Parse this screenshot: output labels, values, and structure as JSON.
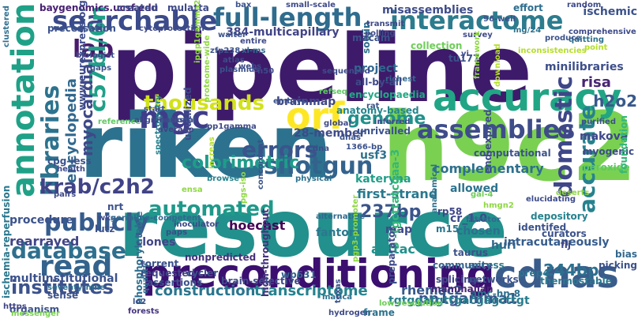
{
  "cloud": {
    "background": "#ffffff",
    "palette": [
      "#440154",
      "#482878",
      "#3e4a89",
      "#31688e",
      "#26828e",
      "#1f9e89",
      "#35b779",
      "#6ece58",
      "#b5de2b",
      "#fde725"
    ],
    "words": [
      {
        "text": "pipeline",
        "color": "#3e1a6b"
      },
      {
        "text": "resource",
        "color": "#22908c"
      },
      {
        "text": "h9c2",
        "color": "#7ad151"
      },
      {
        "text": "riken",
        "color": "#2c728e"
      },
      {
        "text": "preconditioning",
        "color": "#3b0f70"
      },
      {
        "text": "accuracy",
        "color": "#21a585"
      },
      {
        "text": "cdnas",
        "color": "#3a5c8b"
      },
      {
        "text": "orf",
        "color": "#fde725"
      },
      {
        "text": "interactome",
        "color": "#2c7c8e"
      },
      {
        "text": "searchable",
        "color": "#3b4a8b"
      },
      {
        "text": "full-length",
        "color": "#2f6c8e"
      },
      {
        "text": "annotation",
        "color": "#1fa187"
      },
      {
        "text": "mgc",
        "color": "#3f3d8a"
      },
      {
        "text": "assemblies",
        "color": "#3e4c8a"
      },
      {
        "text": "lab",
        "color": "#481a6c"
      },
      {
        "text": "thousands",
        "color": "#d2e21b"
      },
      {
        "text": "read",
        "color": "#33638d"
      },
      {
        "text": "database",
        "color": "#2e6f8e"
      },
      {
        "text": "publicly",
        "color": "#365c8d"
      },
      {
        "text": "automated",
        "color": "#1f998a"
      },
      {
        "text": "errors",
        "color": "#3a548c"
      },
      {
        "text": "shotgun",
        "color": "#33638d"
      },
      {
        "text": "libraries",
        "color": "#2c738e"
      },
      {
        "text": "krab/c2h2",
        "color": "#404387"
      },
      {
        "text": "institutes",
        "color": "#3b528b"
      },
      {
        "text": "domestic",
        "color": "#3f4788"
      },
      {
        "text": "accurate",
        "color": "#26828e"
      },
      {
        "text": "c57bl/6n",
        "color": "#1fa088"
      },
      {
        "text": "colorimetric",
        "color": "#1e9c89"
      },
      {
        "text": "encyclopedia",
        "color": "#31688e"
      },
      {
        "text": "myocardial",
        "color": "#3f4889"
      },
      {
        "text": "genome",
        "color": "#21918c"
      },
      {
        "text": "237bp",
        "color": "#3a548c"
      },
      {
        "text": "244bp",
        "color": "#2d708e"
      },
      {
        "text": "construction",
        "color": "#2b758e"
      },
      {
        "text": "transcriptome",
        "color": "#26828e"
      },
      {
        "text": "pp1gamma1",
        "color": "#3b518b"
      },
      {
        "text": "hoechst",
        "color": "#440154"
      },
      {
        "text": "risa",
        "color": "#482475"
      },
      {
        "text": "h2o2",
        "color": "#38598c"
      },
      {
        "text": "minilibraries",
        "color": "#3d4e8a"
      },
      {
        "text": "complementary",
        "color": "#2d708e"
      },
      {
        "text": "rhemac2",
        "color": "#38598c"
      },
      {
        "text": "brainmap",
        "color": "#3f4889"
      },
      {
        "text": "first-strand",
        "color": "#29798e"
      },
      {
        "text": "multiinstitutional",
        "color": "#3b518b"
      },
      {
        "text": "rearrayed",
        "color": "#414487"
      },
      {
        "text": "clones",
        "color": "#404688"
      },
      {
        "text": "makova",
        "color": "#3f4889"
      },
      {
        "text": "nonpredicted",
        "color": "#46307e"
      },
      {
        "text": "huri",
        "color": "#31688e"
      },
      {
        "text": "fantom",
        "color": "#2a788e"
      },
      {
        "text": "map",
        "color": "#3e4a89"
      },
      {
        "text": "acttac",
        "color": "#21918c"
      },
      {
        "text": "28-member",
        "color": "#3e4a89"
      },
      {
        "text": "kateryna",
        "color": "#1f9e89"
      },
      {
        "text": "project",
        "color": "#31688e"
      },
      {
        "text": "usf3",
        "color": "#2c728e"
      },
      {
        "text": "procedure",
        "color": "#3b528b"
      },
      {
        "text": "384-multicapillary",
        "color": "#414487"
      },
      {
        "text": "misassemblies",
        "color": "#3e4c8a"
      },
      {
        "text": "baygenomics.ucsf.edu",
        "color": "#482173"
      },
      {
        "text": "5'-tgcttatcgaa-3",
        "color": "#35b779"
      },
      {
        "text": "tgtggatgttgacgagcttgt",
        "color": "#287c8e"
      },
      {
        "text": "www.eurexpress.org",
        "color": "#3e4c8a"
      },
      {
        "text": "ischemia-reperfusion",
        "color": "#2a788e"
      },
      {
        "text": "phosphorylatable",
        "color": "#2e6e8e"
      },
      {
        "text": "high-throughput",
        "color": "#46337e"
      },
      {
        "text": "anatomy-based",
        "color": "#25858e"
      },
      {
        "text": "intracutaneously",
        "color": "#365c8d"
      },
      {
        "text": "encyclopaedia",
        "color": "#22a884"
      },
      {
        "text": "unrivalled",
        "color": "#3b528b"
      },
      {
        "text": "unutilized",
        "color": "#3e4a89"
      },
      {
        "text": "ischemic",
        "color": "#3b528b"
      },
      {
        "text": "allowed",
        "color": "#2c728e"
      },
      {
        "text": "myogenic",
        "color": "#3e4c8a"
      },
      {
        "text": "peroxide",
        "color": "#5ec962"
      },
      {
        "text": "rp58",
        "color": "#3f4788"
      },
      {
        "text": "cr_1.0",
        "color": "#3e4a89"
      },
      {
        "text": "m15",
        "color": "#2a768e"
      },
      {
        "text": "chosen",
        "color": "#2d708e"
      },
      {
        "text": "depository",
        "color": "#26828e"
      },
      {
        "text": "identifed",
        "color": "#3b528b"
      },
      {
        "text": "curators",
        "color": "#3b528b"
      },
      {
        "text": "flj",
        "color": "#3f4788"
      },
      {
        "text": "taurus",
        "color": "#3b528b"
      },
      {
        "text": "access",
        "color": "#29798e"
      },
      {
        "text": "networks",
        "color": "#3b528b"
      },
      {
        "text": "community",
        "color": "#33638d"
      },
      {
        "text": "splicing",
        "color": "#404688"
      },
      {
        "text": "mammalian",
        "color": "#482677"
      },
      {
        "text": "amc-hn-8",
        "color": "#2d708e"
      },
      {
        "text": "thermostable",
        "color": "#2a788e"
      },
      {
        "text": "bias",
        "color": "#31688e"
      },
      {
        "text": "picking",
        "color": "#3b518b"
      },
      {
        "text": "preparator",
        "color": "#3e4c8a"
      },
      {
        "text": "prep4",
        "color": "#2c728e"
      },
      {
        "text": "wp631",
        "color": "#33638d"
      },
      {
        "text": "cycler",
        "color": "#3b528b"
      },
      {
        "text": "torrent",
        "color": "#3b528b"
      },
      {
        "text": "requested",
        "color": "#404387"
      },
      {
        "text": "assertions",
        "color": "#3b528b"
      },
      {
        "text": "brain-selective",
        "color": "#3e4a89"
      },
      {
        "text": "lo2",
        "color": "#3b528b"
      },
      {
        "text": "forests",
        "color": "#46337e"
      },
      {
        "text": "hydrogen",
        "color": "#3e4a89"
      },
      {
        "text": "frame",
        "color": "#2c728e"
      },
      {
        "text": "matica",
        "color": "#2d708e"
      },
      {
        "text": "texas",
        "color": "#3b528b"
      },
      {
        "text": "quality",
        "color": "#31688e"
      },
      {
        "text": "organism",
        "color": "#3b528b"
      },
      {
        "text": "messenger",
        "color": "#7ad151"
      },
      {
        "text": "sense",
        "color": "#3b528b"
      },
      {
        "text": "https",
        "color": "#414487"
      },
      {
        "text": "seventy-nine",
        "color": "#2e6e8e"
      },
      {
        "text": "wks",
        "color": "#3e4a89"
      },
      {
        "text": "germline-competent",
        "color": "#31688e"
      },
      {
        "text": "lutz",
        "color": "#3b528b"
      },
      {
        "text": "paps",
        "color": "#3e4a89"
      },
      {
        "text": "inoculator",
        "color": "#3e4a89"
      },
      {
        "text": "alternative",
        "color": "#31688e"
      },
      {
        "text": "pgs-iso",
        "color": "#8fd744"
      },
      {
        "text": "nrt",
        "color": "#3b528b"
      },
      {
        "text": "cpg-less",
        "color": "#3b528b"
      },
      {
        "text": "reference",
        "color": "#5ec962"
      },
      {
        "text": "health",
        "color": "#3e4a89"
      },
      {
        "text": "pairs",
        "color": "#3e4a89"
      },
      {
        "text": "spectrometry",
        "color": "#26828e"
      },
      {
        "text": "national",
        "color": "#3b528b"
      },
      {
        "text": "average",
        "color": "#414487"
      },
      {
        "text": "alignments",
        "color": "#3e4a89"
      },
      {
        "text": "pp1gamma",
        "color": "#3e4a89"
      },
      {
        "text": "embrys",
        "color": "#3b528b"
      },
      {
        "text": "start",
        "color": "#3e4a89"
      },
      {
        "text": "refseq",
        "color": "#5ec962"
      },
      {
        "text": "sequenced",
        "color": "#3e4c8a"
      },
      {
        "text": "richest",
        "color": "#31688e"
      },
      {
        "text": "soojin",
        "color": "#2e6e8e"
      },
      {
        "text": "global",
        "color": "#3e4a89"
      },
      {
        "text": "dnas",
        "color": "#3b528b"
      },
      {
        "text": "cdna",
        "color": "#3e4a89"
      },
      {
        "text": "1366-bp",
        "color": "#3b528b"
      },
      {
        "text": "physical",
        "color": "#2c728e"
      },
      {
        "text": "concordant",
        "color": "#3b528b"
      },
      {
        "text": "browse",
        "color": "#26828e"
      },
      {
        "text": "ensa",
        "color": "#8fd744"
      },
      {
        "text": "increas",
        "color": "#b5de2b"
      },
      {
        "text": "gal-4",
        "color": "#6ece58"
      },
      {
        "text": "rat",
        "color": "#3b528b"
      },
      {
        "text": "inferred",
        "color": "#3e4a89"
      },
      {
        "text": "computational",
        "color": "#3b528b"
      },
      {
        "text": "foundation",
        "color": "#35b779"
      },
      {
        "text": "purified",
        "color": "#3b528b"
      },
      {
        "text": "anatomical",
        "color": "#2d708e"
      },
      {
        "text": "filtrator",
        "color": "#31688e"
      },
      {
        "text": "deserts",
        "color": "#8fd744"
      },
      {
        "text": "elucidating",
        "color": "#3e4c8a"
      },
      {
        "text": "cytoprotection",
        "color": "#3e4a89"
      },
      {
        "text": "created",
        "color": "#3e4a89"
      },
      {
        "text": "mulatta",
        "color": "#3e4a89"
      },
      {
        "text": "bax",
        "color": "#3b528b"
      },
      {
        "text": "small-scale",
        "color": "#3e4a89"
      },
      {
        "text": "effort",
        "color": "#2e6e8e"
      },
      {
        "text": "random",
        "color": "#3e4a89"
      },
      {
        "text": "96-well",
        "color": "#3b528b"
      },
      {
        "text": "comprehensive",
        "color": "#3e4a89"
      },
      {
        "text": "mg/24",
        "color": "#2c728e"
      },
      {
        "text": "quitting",
        "color": "#2d708e"
      },
      {
        "text": "produce",
        "color": "#3b528b"
      },
      {
        "text": "survey",
        "color": "#3e4a89"
      },
      {
        "text": "macam",
        "color": "#3b528b"
      },
      {
        "text": "polling",
        "color": "#3e4a89"
      },
      {
        "text": "walter",
        "color": "#3b528b"
      },
      {
        "text": "transmit",
        "color": "#3e4a89"
      },
      {
        "text": "precessation",
        "color": "#3b528b"
      },
      {
        "text": "entire",
        "color": "#3e4a89"
      },
      {
        "text": "xl-ms",
        "color": "#31688e"
      },
      {
        "text": "zfp238",
        "color": "#3b528b"
      },
      {
        "text": "atlas",
        "color": "#3e4a89"
      },
      {
        "text": "webs",
        "color": "#3e4a89"
      },
      {
        "text": "plasmids",
        "color": "#3b528b"
      },
      {
        "text": "n50",
        "color": "#3e4a89"
      },
      {
        "text": "biologist",
        "color": "#3e4a89"
      },
      {
        "text": "gaps",
        "color": "#3b528b"
      },
      {
        "text": "clustered",
        "color": "#2e6e8e"
      },
      {
        "text": "collection",
        "color": "#6ece58"
      },
      {
        "text": "all-by-all",
        "color": "#3e4a89"
      },
      {
        "text": "tu177",
        "color": "#3b528b"
      },
      {
        "text": "yi",
        "color": "#3e4a89"
      },
      {
        "text": "download",
        "color": "#b5de2b"
      },
      {
        "text": "framework",
        "color": "#8fd744"
      },
      {
        "text": "point",
        "color": "#b5de2b"
      },
      {
        "text": "proteome-wide",
        "color": "#8fd744"
      },
      {
        "text": "hmgn2",
        "color": "#8fd744"
      },
      {
        "text": "end-expired",
        "color": "#3e4c8a"
      },
      {
        "text": "pgp3-promoter",
        "color": "#8fd744"
      },
      {
        "text": "low-resolution",
        "color": "#6ece58"
      },
      {
        "text": "inconsistencies",
        "color": "#b5de2b"
      },
      {
        "text": "ipgp1gamma2",
        "color": "#8fd744"
      }
    ]
  }
}
